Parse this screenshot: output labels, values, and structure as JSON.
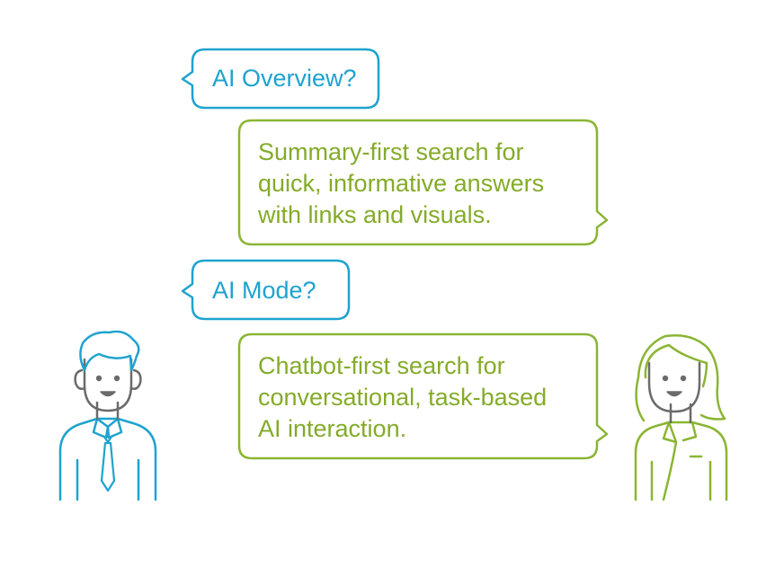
{
  "colors": {
    "question": "#1ea3cf",
    "answer": "#8bb534",
    "face": "#6b6b6b"
  },
  "dialogue": [
    {
      "speaker": "man",
      "kind": "question",
      "lines": [
        "AI Overview?"
      ]
    },
    {
      "speaker": "woman",
      "kind": "answer",
      "lines": [
        "Summary-first search for",
        "quick, informative answers",
        "with links and visuals."
      ]
    },
    {
      "speaker": "man",
      "kind": "question",
      "lines": [
        "AI Mode?"
      ]
    },
    {
      "speaker": "woman",
      "kind": "answer",
      "lines": [
        "Chatbot-first search for",
        "conversational, task-based",
        "AI interaction."
      ]
    }
  ],
  "characters": {
    "left": {
      "icon": "man-avatar-icon"
    },
    "right": {
      "icon": "woman-avatar-icon"
    }
  }
}
